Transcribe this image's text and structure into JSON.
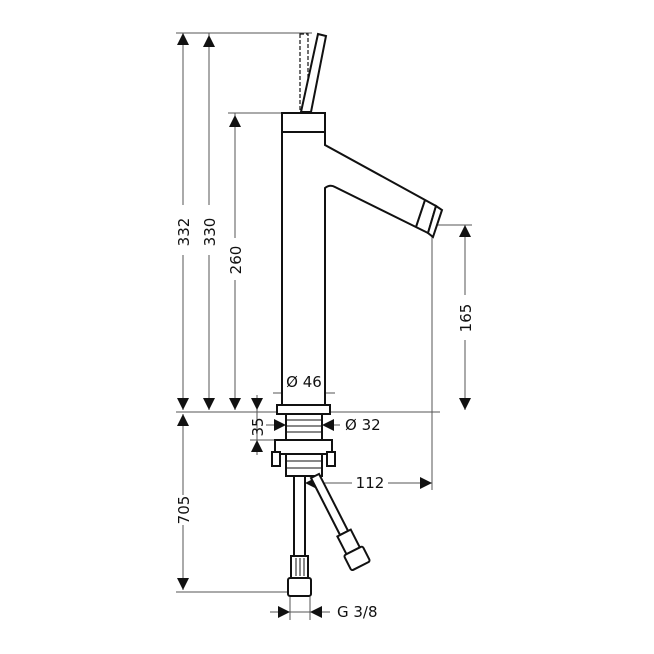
{
  "title": "Faucet dimension drawing",
  "dimensions": {
    "total_height": "332",
    "lever_height": "330",
    "body_height": "260",
    "spout_height": "165",
    "body_diameter": "Ø 46",
    "thread_diameter": "Ø 32",
    "deck_thickness": "35",
    "spout_reach": "112",
    "hose_length": "705",
    "connection": "G 3/8"
  }
}
